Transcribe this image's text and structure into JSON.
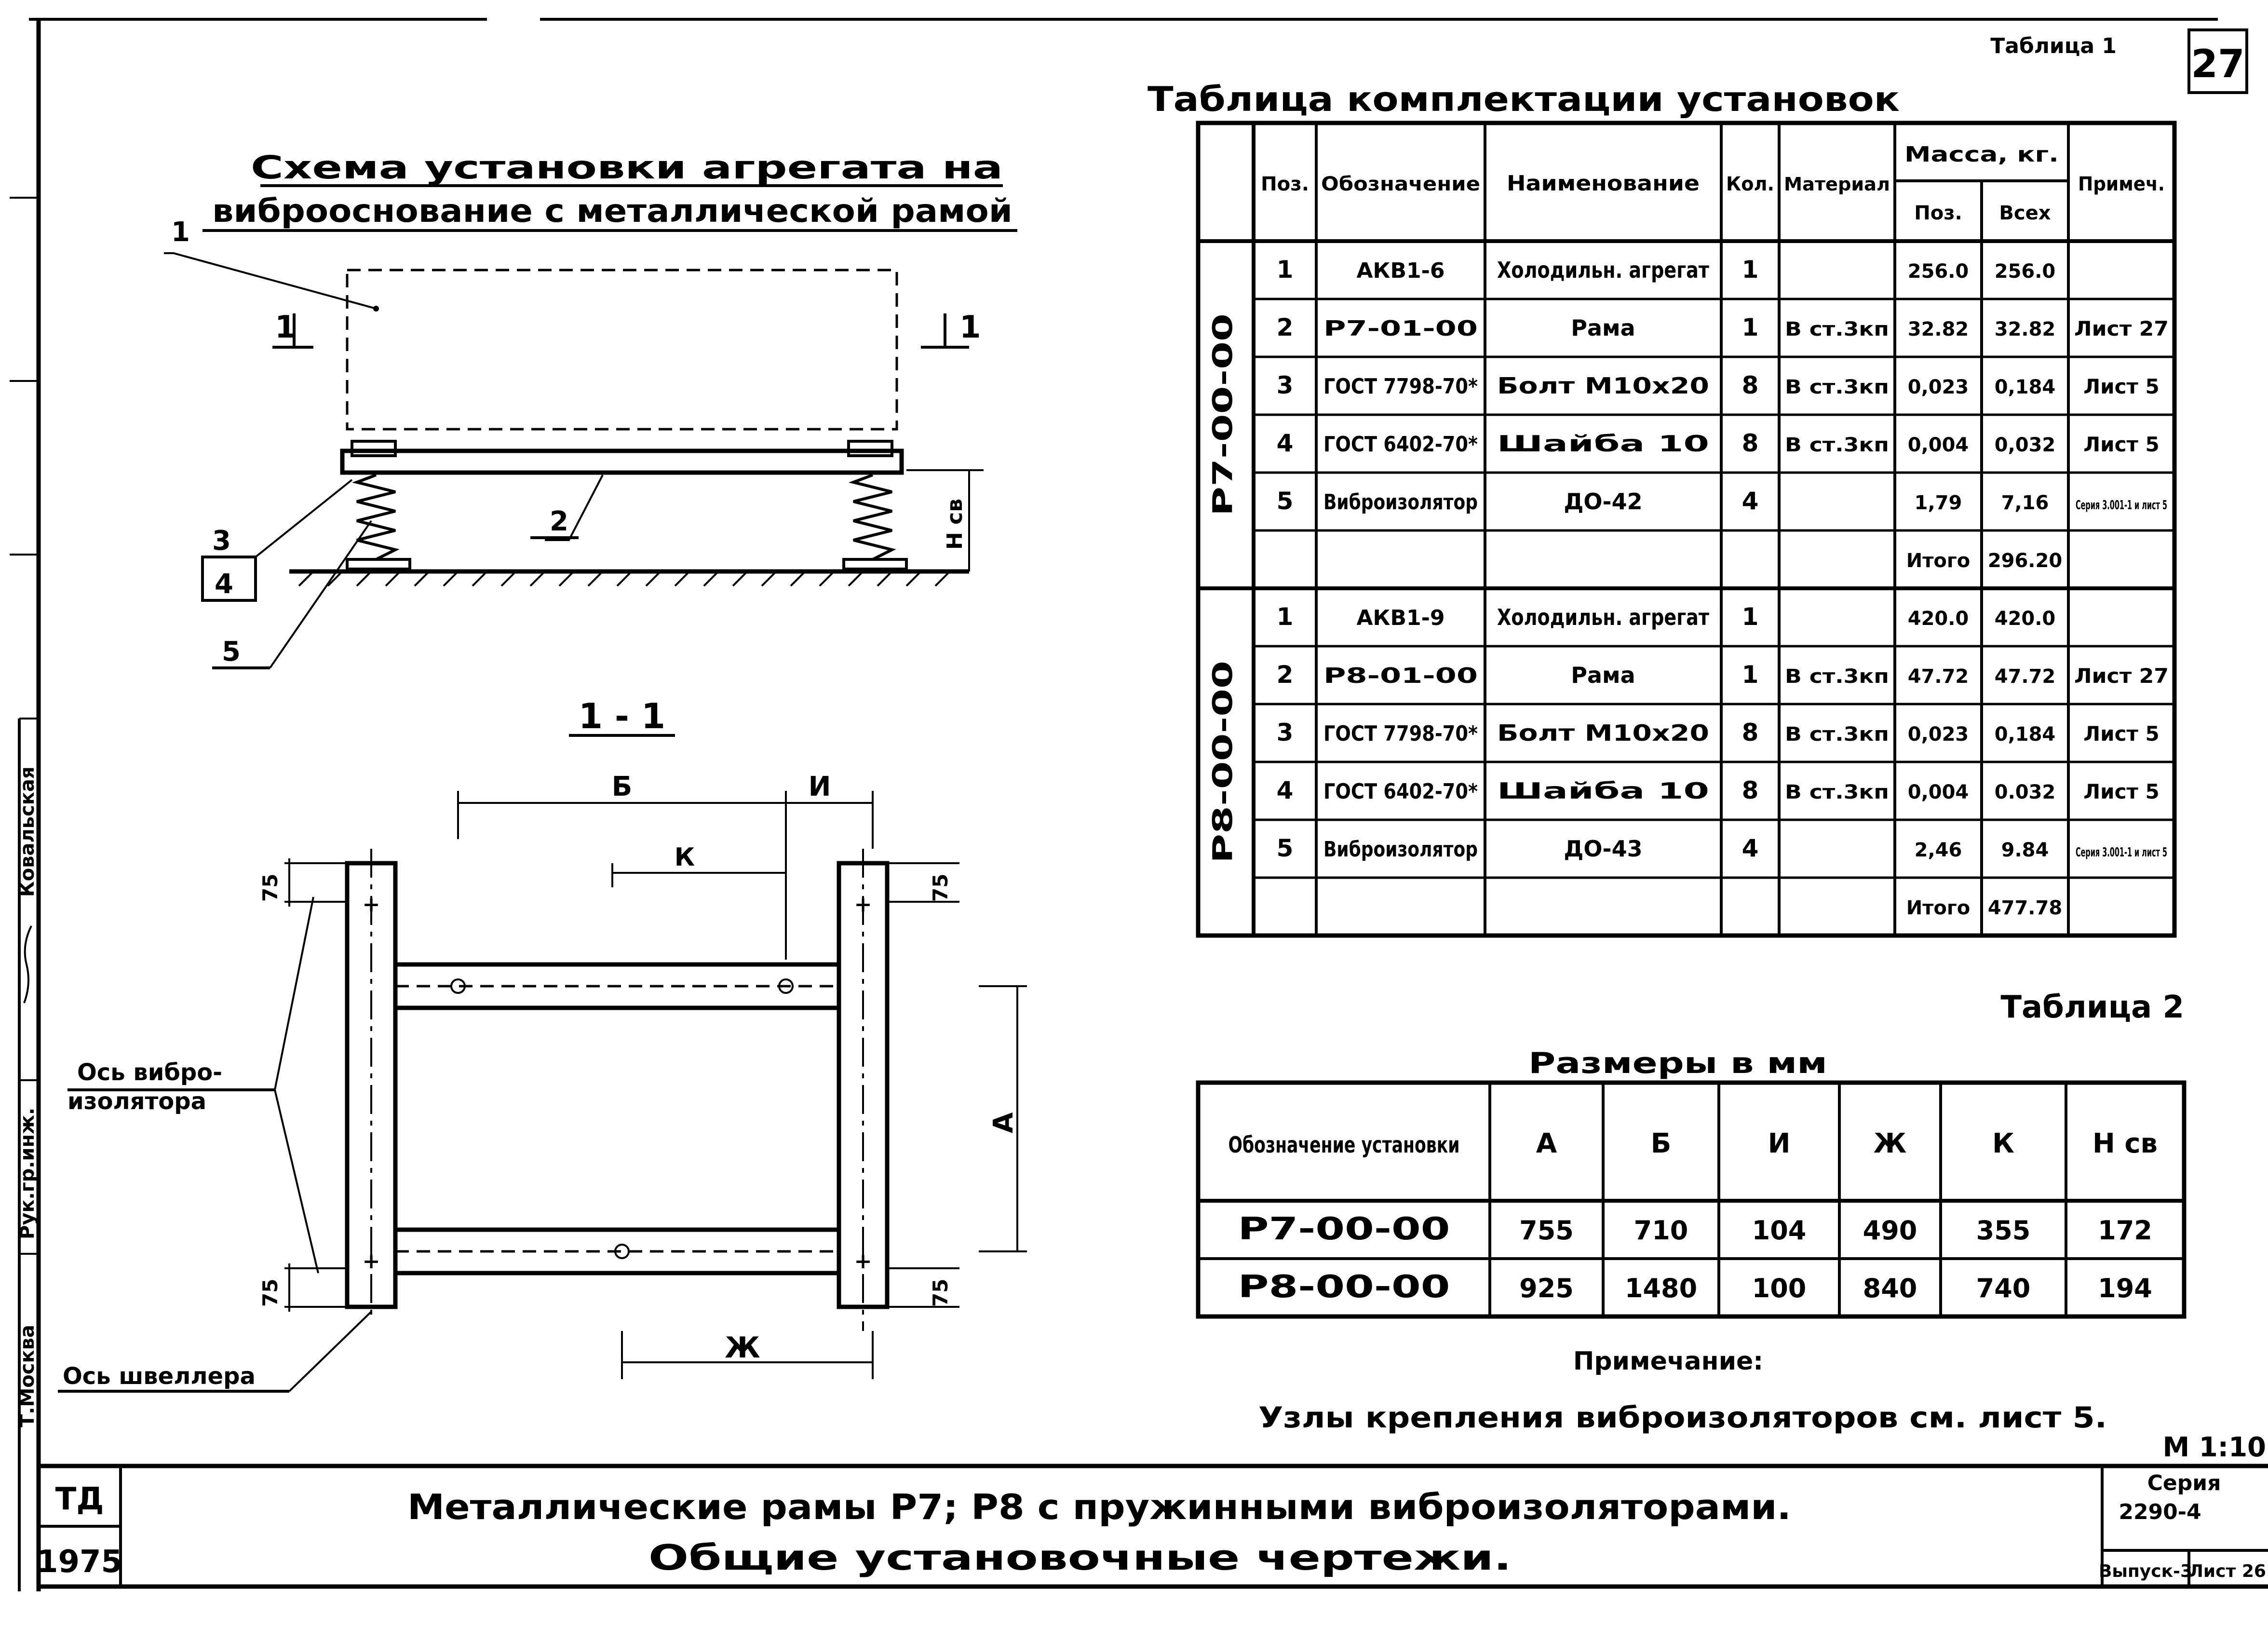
{
  "page_number": "27",
  "scheme": {
    "title_line1": "Схема установки агрегата на",
    "title_line2": "виброоснование с металлической рамой",
    "section_mark": "1",
    "callouts": [
      "1",
      "2",
      "3",
      "4",
      "5"
    ],
    "height_label": "H св"
  },
  "section": {
    "title": "1 - 1",
    "dim_b": "Б",
    "dim_i": "И",
    "dim_k": "К",
    "dim_a": "А",
    "dim_zh": "Ж",
    "dim_75": "75",
    "label_isolator_axis_line1": "Ось вибро-",
    "label_isolator_axis_line2": "изолятора",
    "label_channel_axis": "Ось швеллера"
  },
  "table1": {
    "label": "Таблица 1",
    "title": "Таблица комплектации установок",
    "headers": {
      "pos": "Поз.",
      "designation": "Обозначение",
      "name": "Наименование",
      "qty": "Кол.",
      "material": "Материал",
      "mass": "Масса, кг.",
      "mass_pos": "Поз.",
      "mass_all": "Всех",
      "note": "Примеч."
    },
    "groups": [
      {
        "label": "Р7-00-00",
        "rows": [
          {
            "pos": "1",
            "designation": "АКВ1-6",
            "name": "Холодильн. агрегат",
            "qty": "1",
            "material": "",
            "mass_pos": "256.0",
            "mass_all": "256.0",
            "note": ""
          },
          {
            "pos": "2",
            "designation": "Р7-01-00",
            "name": "Рама",
            "qty": "1",
            "material": "В ст.3кп",
            "mass_pos": "32.82",
            "mass_all": "32.82",
            "note": "Лист 27"
          },
          {
            "pos": "3",
            "designation": "ГОСТ 7798-70*",
            "name": "Болт М10х20",
            "qty": "8",
            "material": "В ст.3кп",
            "mass_pos": "0,023",
            "mass_all": "0,184",
            "note": "Лист 5"
          },
          {
            "pos": "4",
            "designation": "ГОСТ 6402-70*",
            "name": "Шайба 10",
            "qty": "8",
            "material": "В ст.3кп",
            "mass_pos": "0,004",
            "mass_all": "0,032",
            "note": "Лист 5"
          },
          {
            "pos": "5",
            "designation": "Виброизолятор",
            "name": "ДО-42",
            "qty": "4",
            "material": "",
            "mass_pos": "1,79",
            "mass_all": "7,16",
            "note": "Серия 3.001-1 и лист 5"
          },
          {
            "pos": "",
            "designation": "",
            "name": "",
            "qty": "",
            "material": "",
            "mass_pos": "Итого",
            "mass_all": "296.20",
            "note": ""
          }
        ]
      },
      {
        "label": "Р8-00-00",
        "rows": [
          {
            "pos": "1",
            "designation": "АКВ1-9",
            "name": "Холодильн. агрегат",
            "qty": "1",
            "material": "",
            "mass_pos": "420.0",
            "mass_all": "420.0",
            "note": ""
          },
          {
            "pos": "2",
            "designation": "Р8-01-00",
            "name": "Рама",
            "qty": "1",
            "material": "В ст.3кп",
            "mass_pos": "47.72",
            "mass_all": "47.72",
            "note": "Лист 27"
          },
          {
            "pos": "3",
            "designation": "ГОСТ 7798-70*",
            "name": "Болт М10х20",
            "qty": "8",
            "material": "В ст.3кп",
            "mass_pos": "0,023",
            "mass_all": "0,184",
            "note": "Лист 5"
          },
          {
            "pos": "4",
            "designation": "ГОСТ 6402-70*",
            "name": "Шайба 10",
            "qty": "8",
            "material": "В ст.3кп",
            "mass_pos": "0,004",
            "mass_all": "0.032",
            "note": "Лист 5"
          },
          {
            "pos": "5",
            "designation": "Виброизолятор",
            "name": "ДО-43",
            "qty": "4",
            "material": "",
            "mass_pos": "2,46",
            "mass_all": "9.84",
            "note": "Серия 3.001-1 и лист 5"
          },
          {
            "pos": "",
            "designation": "",
            "name": "",
            "qty": "",
            "material": "",
            "mass_pos": "Итого",
            "mass_all": "477.78",
            "note": ""
          }
        ]
      }
    ]
  },
  "table2": {
    "label": "Таблица 2",
    "title": "Размеры в мм",
    "headers": [
      "Обозначение установки",
      "А",
      "Б",
      "И",
      "Ж",
      "К",
      "H св"
    ],
    "rows": [
      [
        "Р7-00-00",
        "755",
        "710",
        "104",
        "490",
        "355",
        "172"
      ],
      [
        "Р8-00-00",
        "925",
        "1480",
        "100",
        "840",
        "740",
        "194"
      ]
    ]
  },
  "note": {
    "title": "Примечание:",
    "text": "Узлы крепления виброизоляторов см. лист 5."
  },
  "scale": "М 1:10",
  "side_stamp": [
    "Т.Москва",
    "Рук.гр.инж.",
    "Ковальская"
  ],
  "title_block": {
    "org": "ТД",
    "year": "1975",
    "title_line1": "Металлические рамы Р7; Р8 с пружинными виброизоляторами.",
    "title_line2": "Общие установочные чертежи.",
    "series_label": "Серия",
    "series_value": "2290-4",
    "issue": "Выпуск-3",
    "sheet": "Лист 26"
  }
}
